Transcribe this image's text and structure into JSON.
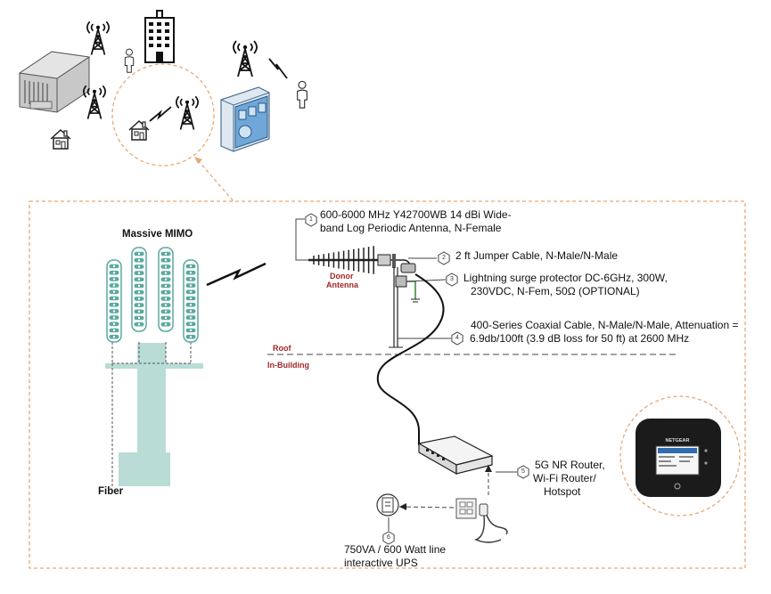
{
  "labels": {
    "massive_mimo": "Massive MIMO",
    "fiber": "Fiber",
    "donor_antenna_line1": "Donor",
    "donor_antenna_line2": "Antenna",
    "roof": "Roof",
    "in_building": "In-Building"
  },
  "callouts": [
    {
      "number": "1",
      "line1": "600-6000 MHz Y42700WB 14 dBi Wide-",
      "line2": "band Log Periodic Antenna, N-Female"
    },
    {
      "number": "2",
      "line1": "2 ft Jumper Cable, N-Male/N-Male",
      "line2": ""
    },
    {
      "number": "3",
      "line1": "Lightning surge protector DC-6GHz, 300W,",
      "line2": "230VDC, N-Fem, 50Ω (OPTIONAL)"
    },
    {
      "number": "4",
      "line1": "400-Series Coaxial Cable, N-Male/N-Male, Attenuation =",
      "line2": "6.9db/100ft   (3.9 dB loss for 50 ft) at 2600 MHz"
    },
    {
      "number": "5",
      "line1": "5G NR Router,",
      "line2": "Wi-Fi Router/",
      "line3": "Hotspot"
    },
    {
      "number": "6",
      "line1": "750VA / 600 Watt line",
      "line2": "interactive UPS"
    }
  ],
  "device_screen": {
    "brand": "NETGEAR"
  },
  "colors": {
    "dashed_border": "#e8a873",
    "mimo": "#5aa99f",
    "mimo_light": "#b9dcd7",
    "roof_text": "#a0282a"
  }
}
